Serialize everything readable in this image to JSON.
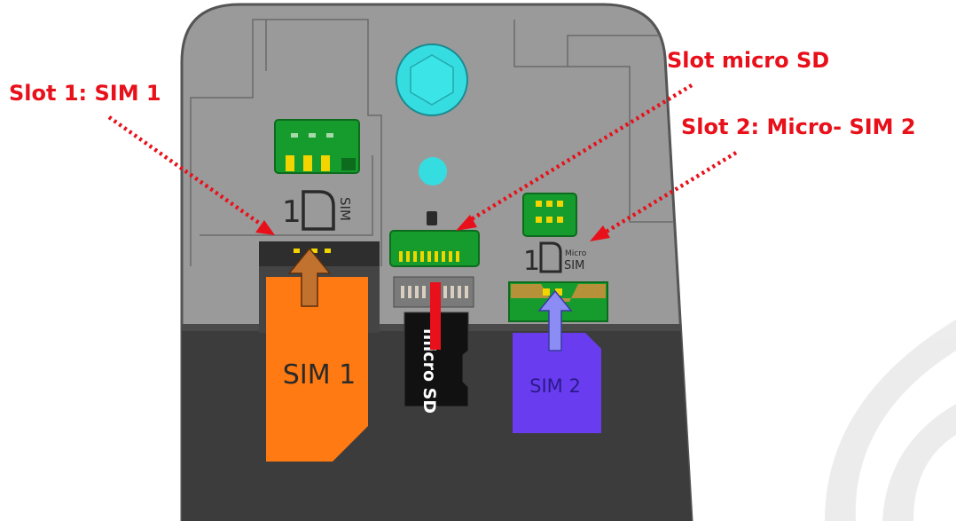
{
  "callouts": {
    "slot1": "Slot 1: SIM 1",
    "microsd": "Slot micro SD",
    "slot2": "Slot 2: Micro- SIM 2"
  },
  "cards": {
    "sim1": "SIM 1",
    "sim2": "SIM 2",
    "microsd": "micro SD"
  },
  "labels": {
    "sim_tag": "SIM",
    "micro_sim_tag_line1": "Micro",
    "micro_sim_tag_line2": "SIM"
  },
  "colors": {
    "callout": "#e8101a",
    "housing": "#9a9a9a",
    "sim1": "#ff7a12",
    "sim2": "#6a3cf0",
    "camera": "#35dde0",
    "pcb": "#159c2d",
    "arrow_sim1": "#c2722f",
    "arrow_sd": "#e8101a",
    "arrow_sim2": "#8c8cf5"
  }
}
